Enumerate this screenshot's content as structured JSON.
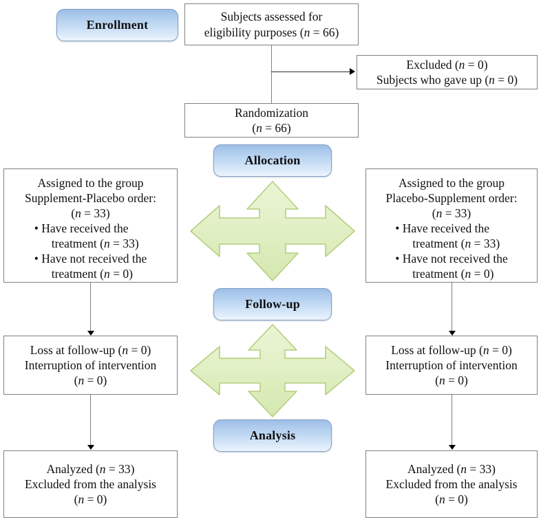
{
  "diagram": {
    "title": "CONSORT crossover trial flow diagram",
    "colors": {
      "stage_fill_top": "#9dbde6",
      "stage_fill_bottom": "#eef5fd",
      "stage_border": "#7f9fc4",
      "arrow_fill": "#e3f0c6",
      "arrow_border": "#b6cf7e",
      "box_border": "#808080",
      "connector": "#808080",
      "text": "#101010"
    }
  },
  "stages": [
    {
      "id": "enrollment",
      "label": "Enrollment"
    },
    {
      "id": "allocation",
      "label": "Allocation"
    },
    {
      "id": "followup",
      "label": "Follow-up"
    },
    {
      "id": "analysis",
      "label": "Analysis"
    }
  ],
  "boxes": {
    "assessed": {
      "name": "subjects-assessed-box",
      "lines": [
        {
          "text": "Subjects assessed for"
        },
        {
          "pre": "eligibility purposes (",
          "italic": "n",
          "post": " = 66)"
        }
      ]
    },
    "excluded": {
      "name": "excluded-box",
      "lines": [
        {
          "pre": "Excluded (",
          "italic": "n",
          "post": " = 0)"
        },
        {
          "pre": "Subjects who gave up (",
          "italic": "n",
          "post": " = 0)"
        }
      ]
    },
    "randomization": {
      "name": "randomization-box",
      "lines": [
        {
          "text": "Randomization"
        },
        {
          "pre": "(",
          "italic": "n",
          "post": " = 66)"
        }
      ]
    },
    "assigned_left": {
      "name": "assigned-supplement-placebo-box",
      "lines": [
        {
          "text": "Assigned to the group"
        },
        {
          "text": "Supplement-Placebo order:"
        },
        {
          "pre": "(",
          "italic": "n",
          "post": " = 33)"
        }
      ],
      "bullets": [
        {
          "line1": "• Have received the",
          "line2pre": "treatment (",
          "italic": "n",
          "line2post": " = 33)"
        },
        {
          "line1": "• Have not received the",
          "line2pre": "treatment (",
          "italic": "n",
          "line2post": " = 0)"
        }
      ]
    },
    "assigned_right": {
      "name": "assigned-placebo-supplement-box",
      "lines": [
        {
          "text": "Assigned to the group"
        },
        {
          "text": "Placebo-Supplement order:"
        },
        {
          "pre": "(",
          "italic": "n",
          "post": " = 33)"
        }
      ],
      "bullets": [
        {
          "line1": "• Have received the",
          "line2pre": "treatment (",
          "italic": "n",
          "line2post": " = 33)"
        },
        {
          "line1": "• Have not received the",
          "line2pre": "treatment (",
          "italic": "n",
          "line2post": " = 0)"
        }
      ]
    },
    "loss_left": {
      "name": "loss-followup-left-box",
      "lines": [
        {
          "pre": "Loss at follow-up (",
          "italic": "n",
          "post": " = 0)"
        },
        {
          "text": "Interruption of intervention"
        },
        {
          "pre": "(",
          "italic": "n",
          "post": " = 0)"
        }
      ]
    },
    "loss_right": {
      "name": "loss-followup-right-box",
      "lines": [
        {
          "pre": "Loss at follow-up (",
          "italic": "n",
          "post": " = 0)"
        },
        {
          "text": "Interruption of intervention"
        },
        {
          "pre": "(",
          "italic": "n",
          "post": " = 0)"
        }
      ]
    },
    "analyzed_left": {
      "name": "analyzed-left-box",
      "lines": [
        {
          "pre": "Analyzed (",
          "italic": "n",
          "post": " = 33)"
        },
        {
          "text": "Excluded from the analysis"
        },
        {
          "pre": "(",
          "italic": "n",
          "post": " = 0)"
        }
      ]
    },
    "analyzed_right": {
      "name": "analyzed-right-box",
      "lines": [
        {
          "pre": "Analyzed (",
          "italic": "n",
          "post": " = 33)"
        },
        {
          "text": "Excluded from the analysis"
        },
        {
          "pre": "(",
          "italic": "n",
          "post": " = 0)"
        }
      ]
    }
  },
  "arrows": [
    {
      "id": "quad-allocation",
      "name": "four-way-arrow-allocation"
    },
    {
      "id": "quad-followup",
      "name": "four-way-arrow-followup"
    }
  ]
}
